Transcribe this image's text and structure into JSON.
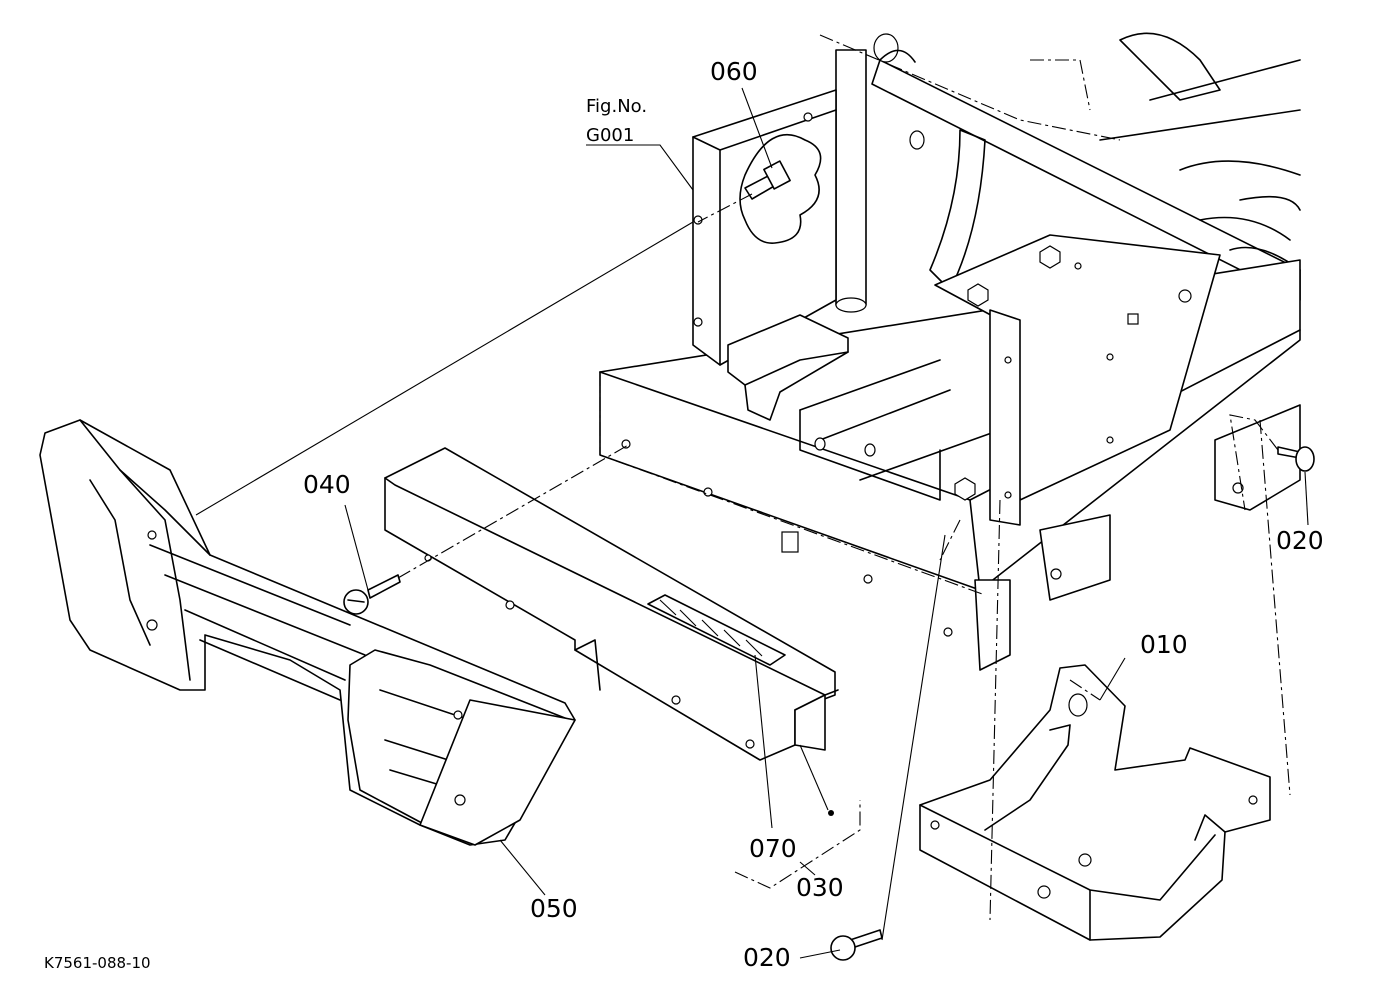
{
  "figure_ref": {
    "line1": "Fig.No.",
    "line2": "G001"
  },
  "callouts": {
    "c010": "010",
    "c020_right": "020",
    "c020_bottom": "020",
    "c030": "030",
    "c040": "040",
    "c050": "050",
    "c060": "060",
    "c070": "070"
  },
  "drawing_code": "K7561-088-10"
}
